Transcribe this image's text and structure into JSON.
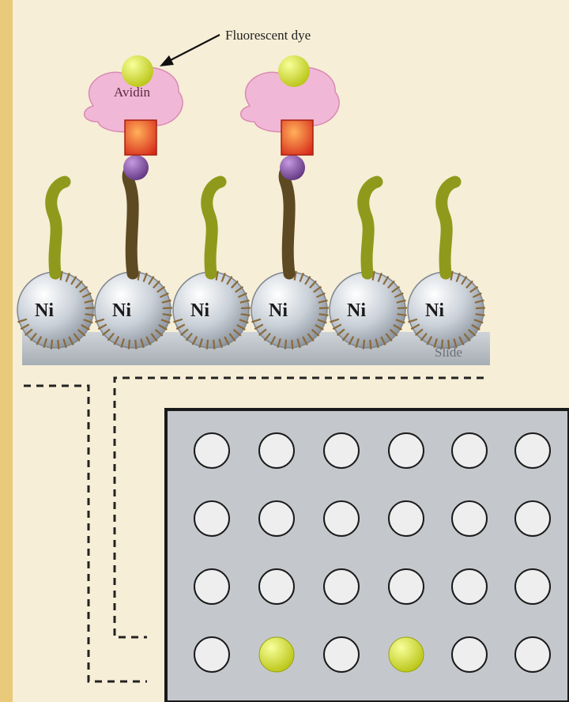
{
  "labels": {
    "fluorescent_dye": "Fluorescent dye",
    "avidin": "Avidin",
    "slide": "Slide",
    "ni": "Ni"
  },
  "molecules": [
    {
      "has_biotin_complex": false
    },
    {
      "has_biotin_complex": true
    },
    {
      "has_biotin_complex": false
    },
    {
      "has_biotin_complex": true
    },
    {
      "has_biotin_complex": false
    },
    {
      "has_biotin_complex": false
    }
  ],
  "array": {
    "rows": 4,
    "cols": 6,
    "lit": [
      [
        3,
        1
      ],
      [
        3,
        3
      ]
    ]
  },
  "colors": {
    "page_border": "#e9c97a",
    "background": "#f6eed6",
    "ni_bead": "#c9d0d8",
    "protein_strand": "#8f9a1c",
    "biotin_linker": "#5e4a22",
    "avidin": "#f0b8d6",
    "biotin_tag": "#e2481e",
    "linker_ball": "#7a4a99",
    "dye": "#d8e82a",
    "slide": "#b9c0c7",
    "array_plate": "#c4c8cc",
    "array_spot": "#eeeeee"
  }
}
